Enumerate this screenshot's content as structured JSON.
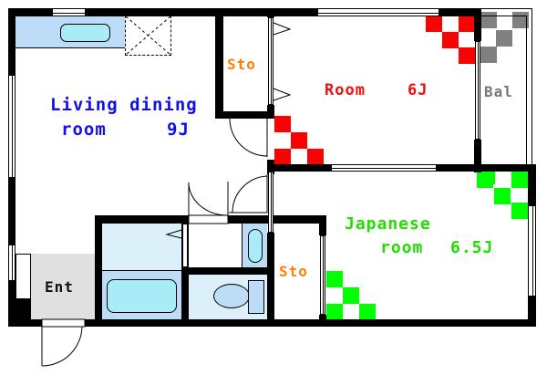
{
  "floorplan": {
    "rooms": [
      {
        "id": "ldk",
        "label_line1": "Living dining",
        "label_line2": "room",
        "size": "9J",
        "color": "#1010ee"
      },
      {
        "id": "room",
        "label": "Room",
        "size": "6J",
        "color": "#ee1010"
      },
      {
        "id": "japanese",
        "label_line1": "Japanese",
        "label_line2": "room",
        "size": "6.5J",
        "color": "#22dd00"
      },
      {
        "id": "sto1",
        "label": "Sto",
        "color": "#ff8000"
      },
      {
        "id": "sto2",
        "label": "Sto",
        "color": "#ff8000"
      },
      {
        "id": "bal",
        "label": "Bal",
        "color": "#777777"
      },
      {
        "id": "ent",
        "label": "Ent",
        "color": "#111111"
      }
    ],
    "colors": {
      "wall": "#000000",
      "kitchen": "#bcdcf8",
      "fixture": "#a8ecf8",
      "bath_floor": "#dcf0fa",
      "entry_floor": "#e0e0e0",
      "room_accent": "#ff0000",
      "japanese_accent": "#00ff00",
      "balcony_accent": "#808080"
    }
  }
}
